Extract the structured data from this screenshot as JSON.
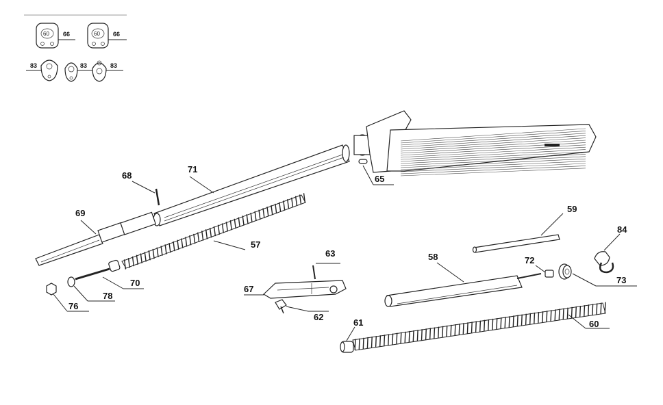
{
  "inset": {
    "items": [
      {
        "label": "66",
        "plate_text": "60"
      },
      {
        "label": "66",
        "plate_text": "60"
      },
      {
        "label": "83"
      },
      {
        "label": "83"
      },
      {
        "label": "83"
      }
    ]
  },
  "parts": {
    "p57": "57",
    "p58": "58",
    "p59": "59",
    "p60": "60",
    "p61": "61",
    "p62": "62",
    "p63": "63",
    "p65": "65",
    "p67": "67",
    "p68": "68",
    "p69": "69",
    "p70": "70",
    "p71": "71",
    "p72": "72",
    "p73": "73",
    "p76": "76",
    "p78": "78",
    "p84": "84"
  }
}
